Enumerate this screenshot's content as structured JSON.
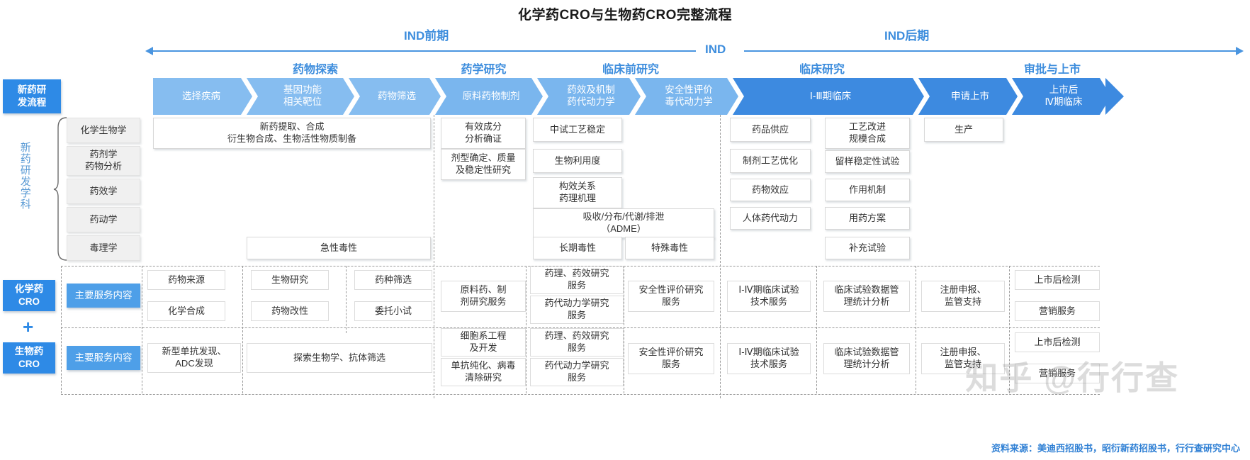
{
  "title": "化学药CRO与生物药CRO完整流程",
  "phases": [
    {
      "label": "IND前期"
    },
    {
      "label": "IND"
    },
    {
      "label": "IND后期"
    }
  ],
  "stage_groups": [
    {
      "label": "药物探索"
    },
    {
      "label": "药学研究"
    },
    {
      "label": "临床前研究"
    },
    {
      "label": "临床研究"
    },
    {
      "label": "审批与上市"
    }
  ],
  "row_labels": {
    "process": "新药研\n发流程",
    "discipline_vertical": "新药研发学科",
    "chem_cro": "化学药\nCRO",
    "bio_cro": "生物药\nCRO",
    "plus": "+",
    "service_label": "主要服务内容"
  },
  "flow_steps": [
    {
      "label": "选择疾病",
      "tone": "light"
    },
    {
      "label": "基因功能\n相关靶位",
      "tone": "light"
    },
    {
      "label": "药物筛选",
      "tone": "light"
    },
    {
      "label": "原料药物制剂",
      "tone": "mid"
    },
    {
      "label": "药效及机制\n药代动力学",
      "tone": "mid"
    },
    {
      "label": "安全性评价\n毒代动力学",
      "tone": "mid"
    },
    {
      "label": "Ⅰ-Ⅲ期临床",
      "tone": "dark"
    },
    {
      "label": "申请上市",
      "tone": "dark"
    },
    {
      "label": "上市后\nⅣ期临床",
      "tone": "dark"
    }
  ],
  "disciplines": [
    {
      "label": "化学生物学"
    },
    {
      "label": "药剂学\n药物分析"
    },
    {
      "label": "药效学"
    },
    {
      "label": "药动学"
    },
    {
      "label": "毒理学"
    }
  ],
  "discipline_cells": [
    {
      "label": "新药提取、合成\n衍生物合成、生物活性物质制备"
    },
    {
      "label": "有效成分\n分析确证"
    },
    {
      "label": "中试工艺稳定"
    },
    {
      "label": "药品供应"
    },
    {
      "label": "工艺改进\n规模合成"
    },
    {
      "label": "生产"
    },
    {
      "label": "剂型确定、质量\n及稳定性研究"
    },
    {
      "label": "生物利用度"
    },
    {
      "label": "制剂工艺优化"
    },
    {
      "label": "留样稳定性试验"
    },
    {
      "label": "构效关系\n药理机理"
    },
    {
      "label": "药物效应"
    },
    {
      "label": "作用机制"
    },
    {
      "label": "吸收/分布/代谢/排泄\n（ADME）"
    },
    {
      "label": "人体药代动力"
    },
    {
      "label": "用药方案"
    },
    {
      "label": "急性毒性"
    },
    {
      "label": "长期毒性"
    },
    {
      "label": "特殊毒性"
    },
    {
      "label": "补充试验"
    }
  ],
  "chem_cro_cells": [
    {
      "label": "药物来源"
    },
    {
      "label": "生物研究"
    },
    {
      "label": "药种筛选"
    },
    {
      "label": "化学合成"
    },
    {
      "label": "药物改性"
    },
    {
      "label": "委托小试"
    },
    {
      "label": "原料药、制\n剂研究服务"
    },
    {
      "label": "药理、药效研究\n服务"
    },
    {
      "label": "药代动力学研究\n服务"
    },
    {
      "label": "安全性评价研究\n服务"
    },
    {
      "label": "Ⅰ-Ⅳ期临床试验\n技术服务"
    },
    {
      "label": "临床试验数据管\n理统计分析"
    },
    {
      "label": "注册申报、\n监管支持"
    },
    {
      "label": "上市后检测"
    },
    {
      "label": "营销服务"
    }
  ],
  "bio_cro_cells": [
    {
      "label": "新型单抗发现、\nADC发现"
    },
    {
      "label": "探索生物学、抗体筛选"
    },
    {
      "label": "细胞系工程\n及开发"
    },
    {
      "label": "单抗纯化、病毒\n清除研究"
    },
    {
      "label": "药理、药效研究\n服务"
    },
    {
      "label": "药代动力学研究\n服务"
    },
    {
      "label": "安全性评价研究\n服务"
    },
    {
      "label": "Ⅰ-Ⅳ期临床试验\n技术服务"
    },
    {
      "label": "临床试验数据管\n理统计分析"
    },
    {
      "label": "注册申报、\n监管支持"
    },
    {
      "label": "上市后检测"
    },
    {
      "label": "营销服务"
    }
  ],
  "source": "资料来源：美迪西招股书，昭衍新药招股书，行行查研究中心",
  "watermark": "知乎 @行行查",
  "colors": {
    "accent": "#2e8ae6",
    "accent_light": "#86bdf0",
    "accent_mid": "#7ab6ee",
    "accent_dark": "#3d8ae0",
    "group_title": "#3d8ddd",
    "source_text": "#2e7fd4",
    "cell_grey": "#f0f0f0"
  }
}
